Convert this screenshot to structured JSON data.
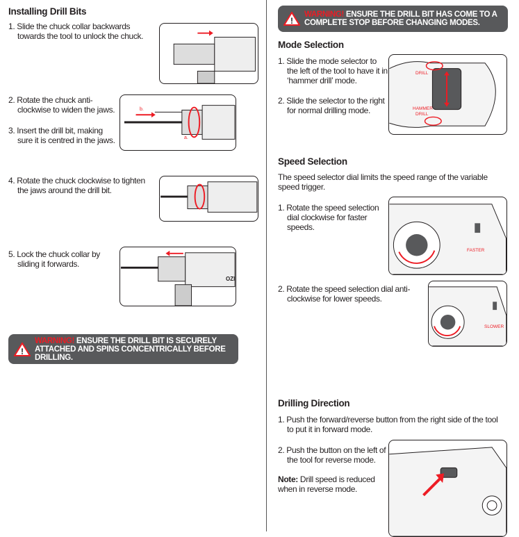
{
  "left": {
    "heading": "Installing Drill Bits",
    "steps": [
      "1. Slide the chuck collar backwards towards the tool to unlock the chuck.",
      "2. Rotate the chuck anti-clockwise to widen the jaws.",
      "3. Insert the drill bit, making sure it is centred in the jaws.",
      "4. Rotate the chuck clockwise to tighten the jaws around the drill bit.",
      "5. Lock the chuck collar by sliding it forwards."
    ],
    "image_labels": {
      "a": "a.",
      "b": "b.",
      "brand": "OZI"
    },
    "warning": {
      "prefix": "WARNING!",
      "text": " ENSURE THE DRILL BIT IS SECURELY ATTACHED AND SPINS CONCENTRICALLY BEFORE DRILLING."
    }
  },
  "right": {
    "warning": {
      "prefix": "WARNING!",
      "text": " ENSURE THE DRILL BIT HAS COME TO A COMPLETE STOP BEFORE CHANGING MODES."
    },
    "mode": {
      "heading": "Mode Selection",
      "steps": [
        "1. Slide the mode selector to the left of the tool to have it in ‘hammer drill’ mode.",
        "2. Slide the selector to the right for normal drilling mode."
      ],
      "labels": {
        "drill": "DRILL",
        "hammer": "HAMMER",
        "hammer2": "DRILL"
      }
    },
    "speed": {
      "heading": "Speed Selection",
      "intro": "The speed selector dial limits the speed range of the variable speed trigger.",
      "steps": [
        "1. Rotate the speed selection dial clockwise for faster speeds.",
        "2. Rotate the speed selection dial anti-clockwise for lower speeds."
      ],
      "labels": {
        "faster": "FASTER",
        "slower": "SLOWER"
      }
    },
    "direction": {
      "heading": "Drilling Direction",
      "steps": [
        "1. Push the forward/reverse button from the right side of the tool to put it in forward mode.",
        "2. Push the button on the left of the tool for reverse mode."
      ],
      "note_label": "Note:",
      "note_text": " Drill speed is reduced when in reverse mode."
    }
  },
  "colors": {
    "accent": "#ed1c24",
    "warning_bg": "#58595b",
    "text": "#231f20"
  }
}
